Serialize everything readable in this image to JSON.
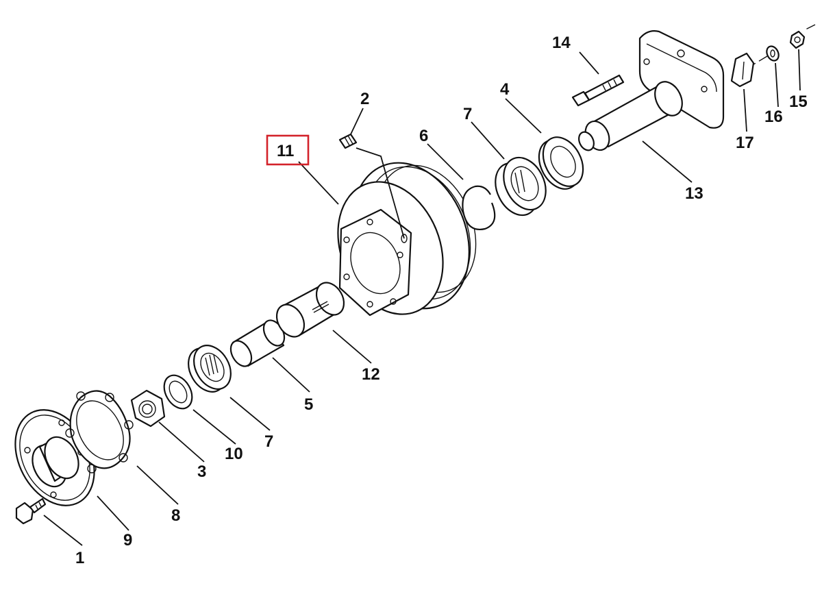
{
  "callouts": [
    {
      "id": "c1",
      "text": "1"
    },
    {
      "id": "c2",
      "text": "2"
    },
    {
      "id": "c3",
      "text": "3"
    },
    {
      "id": "c4",
      "text": "4"
    },
    {
      "id": "c5",
      "text": "5"
    },
    {
      "id": "c6",
      "text": "6"
    },
    {
      "id": "c7a",
      "text": "7"
    },
    {
      "id": "c7b",
      "text": "7"
    },
    {
      "id": "c8",
      "text": "8"
    },
    {
      "id": "c9",
      "text": "9"
    },
    {
      "id": "c10",
      "text": "10"
    },
    {
      "id": "c11",
      "text": "11"
    },
    {
      "id": "c12",
      "text": "12"
    },
    {
      "id": "c13",
      "text": "13"
    },
    {
      "id": "c14",
      "text": "14"
    },
    {
      "id": "c15",
      "text": "15"
    },
    {
      "id": "c16",
      "text": "16"
    },
    {
      "id": "c17",
      "text": "17"
    }
  ],
  "highlighted_callout": "11",
  "highlight_color": "#d3222a"
}
